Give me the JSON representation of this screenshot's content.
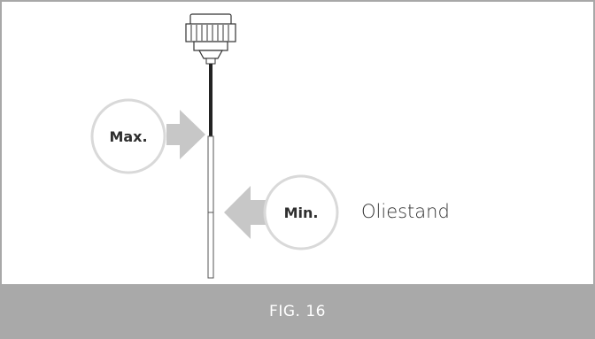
{
  "figure": {
    "caption": "FIG. 16",
    "label": "Oliestand"
  },
  "markers": {
    "max_label": "Max.",
    "min_label": "Min."
  },
  "icons": {
    "dipstick": "dipstick-icon",
    "max_arrow": "arrow-right-icon",
    "min_arrow": "arrow-left-icon"
  },
  "colors": {
    "frame_border": "#a8a8a8",
    "caption_bar": "#a9a9a9",
    "caption_text": "#ffffff",
    "arrow": "#c7c7c7",
    "badge_border": "#d9d9d9",
    "dipstick_dark": "#222222"
  }
}
